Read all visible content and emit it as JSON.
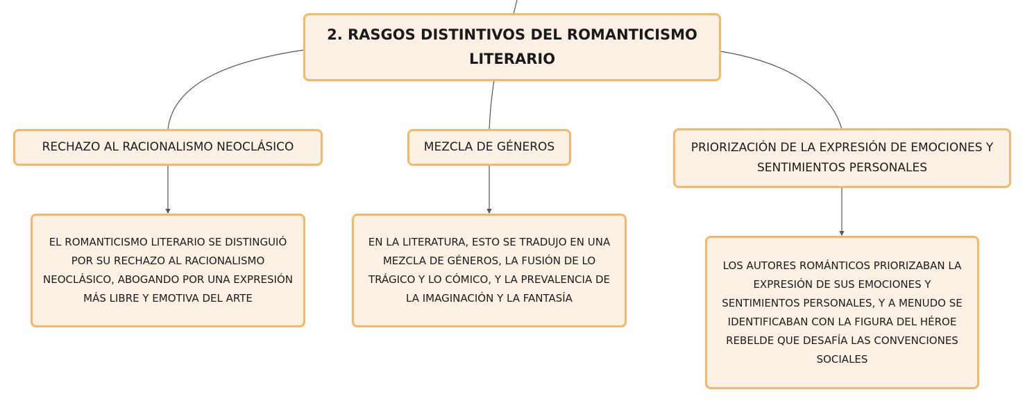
{
  "root": {
    "title": "2. RASGOS DISTINTIVOS DEL ROMANTICISMO LITERARIO"
  },
  "branches": [
    {
      "label": "RECHAZO AL RACIONALISMO NEOCLÁSICO",
      "detail": "EL ROMANTICISMO LITERARIO SE DISTINGUIÓ POR SU RECHAZO AL RACIONALISMO NEOCLÁSICO, ABOGANDO POR UNA EXPRESIÓN MÁS LIBRE Y EMOTIVA DEL ARTE"
    },
    {
      "label": "MEZCLA DE GÉNEROS",
      "detail": "EN LA LITERATURA, ESTO SE TRADUJO EN UNA MEZCLA DE GÉNEROS, LA FUSIÓN DE LO TRÁGICO Y LO CÓMICO, Y LA PREVALENCIA DE LA IMAGINACIÓN Y LA FANTASÍA"
    },
    {
      "label": "PRIORIZACIÓN DE LA EXPRESIÓN DE EMOCIONES Y SENTIMIENTOS PERSONALES",
      "detail": "LOS AUTORES ROMÁNTICOS PRIORIZABAN LA EXPRESIÓN DE SUS EMOCIONES Y SENTIMIENTOS PERSONALES, Y A MENUDO SE IDENTIFICABAN CON LA FIGURA DEL HÉROE REBELDE QUE DESAFÍA LAS CONVENCIONES SOCIALES"
    }
  ],
  "colors": {
    "node_fill": "#fdf1e6",
    "node_border": "#f3b868",
    "connector": "#555555"
  }
}
